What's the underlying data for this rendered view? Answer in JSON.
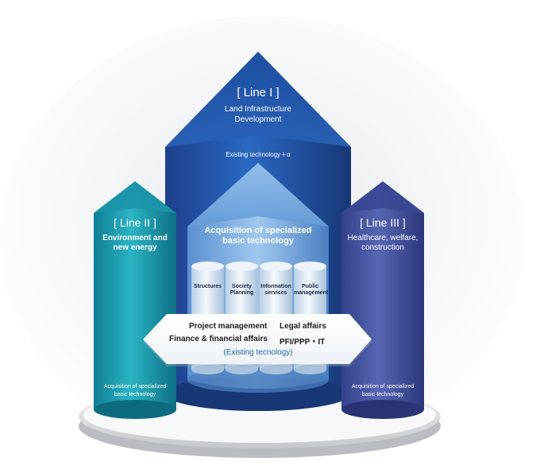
{
  "colors": {
    "center_arrow": "#1d4f9e",
    "left_arrow": "#1a9db0",
    "right_arrow": "#3e4d9a",
    "banner_text_accent": "#2a63a9"
  },
  "line1": {
    "bracket": "[ Line I ]",
    "title_line1": "Land Infrastructure",
    "title_line2": "Development",
    "existing": "Existing technology＋α"
  },
  "line2": {
    "bracket": "[ Line II ]",
    "title_line1": "Environment and",
    "title_line2": "new energy",
    "bottom_line1": "Acquisition of specialized",
    "bottom_line2": "basic technology"
  },
  "line3": {
    "bracket": "[ Line III ]",
    "title_line1": "Healthcare, welfare,",
    "title_line2": "construction",
    "bottom_line1": "Acquisition of specialized",
    "bottom_line2": "basic technology"
  },
  "center": {
    "title_line1": "Acquisition of specialized",
    "title_line2": "basic technology",
    "cylinders": [
      {
        "line1": "Structures",
        "line2": ""
      },
      {
        "line1": "Society",
        "line2": "Planning"
      },
      {
        "line1": "Information",
        "line2": "services"
      },
      {
        "line1": "Public",
        "line2": "management"
      }
    ]
  },
  "banner": {
    "row1_left": "Project management",
    "row1_right": "Legal affairs",
    "row2_left": "Finance & financial affairs",
    "row2_right": "PFI/PPP・IT",
    "footer": "(Existing tecnology)"
  }
}
